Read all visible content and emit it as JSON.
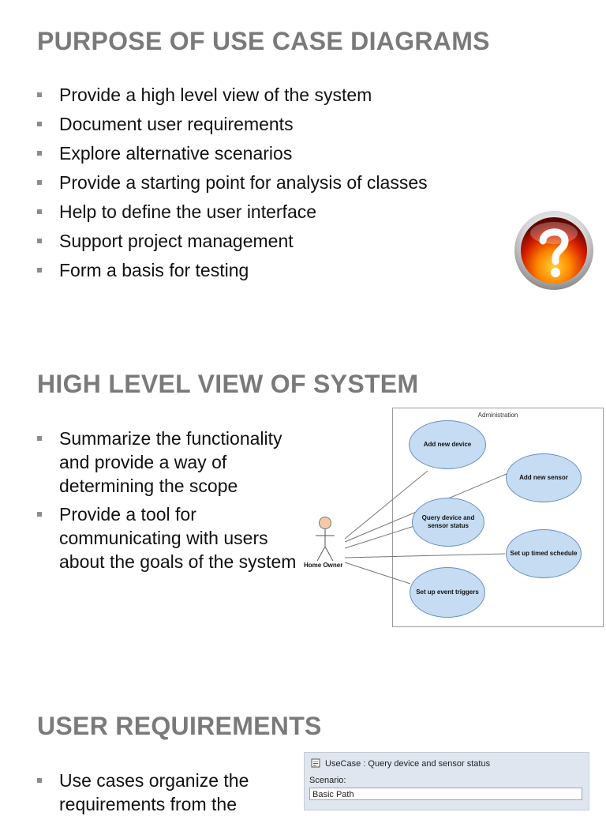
{
  "section1": {
    "heading": "PURPOSE OF USE CASE DIAGRAMS",
    "bullets": [
      "Provide a high level view of the system",
      "Document user requirements",
      "Explore alternative scenarios",
      "Provide a starting point for analysis of classes",
      "Help to define the user interface",
      "Support project management",
      "Form a basis for testing"
    ],
    "icon": "question-mark-icon"
  },
  "section2": {
    "heading": "HIGH LEVEL VIEW OF SYSTEM",
    "bullets": [
      "Summarize the functionality and provide a way of determining the scope",
      "Provide a tool for communicating with users about the goals of the system"
    ],
    "diagram": {
      "system_label": "Administration",
      "actor": "Home Owner",
      "use_cases": [
        "Add new device",
        "Add new sensor",
        "Query device and sensor status",
        "Set up timed schedule",
        "Set up event triggers"
      ],
      "colors": {
        "use_case_fill": "#c6dcf3",
        "use_case_border": "#6a8fbf",
        "actor_head": "#f5c9a8"
      }
    }
  },
  "section3": {
    "heading": "USER REQUIREMENTS",
    "bullets": [
      "Use cases organize the requirements from the"
    ],
    "usecase_form": {
      "title": "UseCase : Query device and sensor status",
      "scenario_label": "Scenario:",
      "scenario_value": "Basic Path"
    }
  },
  "colors": {
    "heading": "#7a7a7a",
    "bullet_marker": "#8c8c8c"
  }
}
